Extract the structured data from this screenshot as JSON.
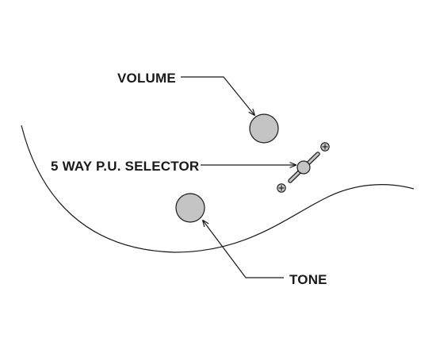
{
  "labels": {
    "volume": "VOLUME",
    "selector": "5 WAY P.U. SELECTOR",
    "tone": "TONE"
  },
  "colors": {
    "knob_fill": "#c4c4c4",
    "line": "#1a1a1a",
    "background": "#ffffff"
  }
}
